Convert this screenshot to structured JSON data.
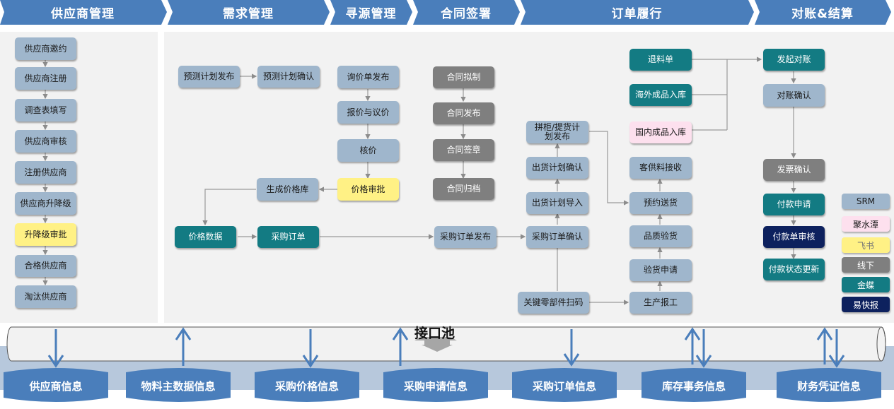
{
  "stages": [
    "供应商管理",
    "需求管理",
    "寻源管理",
    "合同签署",
    "订单履行",
    "对账&结算"
  ],
  "supplier_flow": [
    "供应商邀约",
    "供应商注册",
    "调查表填写",
    "供应商审核",
    "注册供应商",
    "供应商升降级",
    "升降级审批",
    "合格供应商",
    "淘汰供应商"
  ],
  "demand": {
    "forecast_publish": "预测计划发布",
    "forecast_confirm": "预测计划确认"
  },
  "sourcing": {
    "rfq_publish": "询价单发布",
    "quote_negotiate": "报价与议价",
    "price_check": "核价",
    "price_approval": "价格审批",
    "gen_price_lib": "生成价格库",
    "price_data": "价格数据",
    "purchase_order": "采购订单"
  },
  "contract": [
    "合同拟制",
    "合同发布",
    "合同签章",
    "合同归档"
  ],
  "order": {
    "po_publish": "采购订单发布",
    "po_confirm": "采购订单确认",
    "ship_import": "出货计划导入",
    "ship_confirm": "出货计划确认",
    "container_plan": "拼柜/提货计划发布",
    "key_parts_scan": "关键零部件扫码",
    "return_order": "退料单",
    "overseas_inbound": "海外成品入库",
    "domestic_inbound": "国内成品入库",
    "customer_material": "客供料接收",
    "delivery_appt": "预约送货",
    "quality_check": "品质验货",
    "inspection_request": "验货申请",
    "production_report": "生产报工"
  },
  "settlement": {
    "start_recon": "发起对账",
    "recon_confirm": "对账确认",
    "invoice_confirm": "发票确认",
    "payment_request": "付款申请",
    "payment_review": "付款单审核",
    "payment_status": "付款状态更新"
  },
  "legend": [
    {
      "label": "SRM",
      "color": "#9fb6cc"
    },
    {
      "label": "聚水潭",
      "color": "#fde0ee"
    },
    {
      "label": "飞书",
      "color": "#fff185"
    },
    {
      "label": "线下",
      "color": "#7f7f7f"
    },
    {
      "label": "金蝶",
      "color": "#137b83"
    },
    {
      "label": "易快报",
      "color": "#0d215e"
    }
  ],
  "interface_pool": "接口池",
  "data_stores": [
    "供应商信息",
    "物料主数据信息",
    "采购价格信息",
    "采购申请信息",
    "采购订单信息",
    "库存事务信息",
    "财务凭证信息"
  ],
  "colors": {
    "stage": "#4a7ebb",
    "arrow": "#4a7ebb",
    "store": "#4a7ebb",
    "band": "#b7c8dc"
  }
}
